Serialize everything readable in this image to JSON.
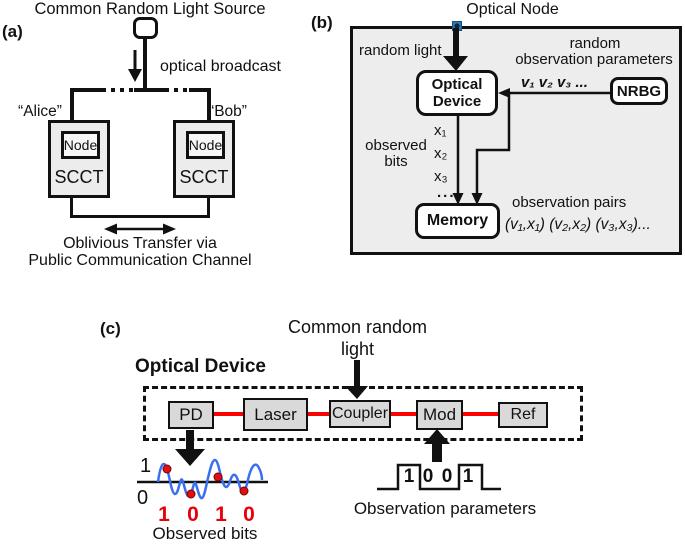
{
  "panel_a": {
    "label": "(a)",
    "title": "Common Random Light Source",
    "broadcast_label": "optical broadcast",
    "alice_label": "“Alice”",
    "bob_label": "“Bob”",
    "node_label": "Node",
    "scct_label": "SCCT",
    "bottom_caption_line1": "Oblivious Transfer via",
    "bottom_caption_line2": "Public Communication Channel"
  },
  "panel_b": {
    "label": "(b)",
    "title": "Optical Node",
    "random_light_label": "random light",
    "obs_params_line1": "random",
    "obs_params_line2": "observation parameters",
    "optical_device_line1": "Optical",
    "optical_device_line2": "Device",
    "nrbg_label": "NRBG",
    "v_sequence": "v₁ v₂ v₃ ...",
    "x_labels": [
      "x₁",
      "x₂",
      "x₃",
      "..."
    ],
    "observed_bits_line1": "observed",
    "observed_bits_line2": "bits",
    "memory_label": "Memory",
    "observation_pairs_label": "observation pairs",
    "observation_pairs_values": "(v₁,x₁) (v₂,x₂) (v₃,x₃)..."
  },
  "panel_c": {
    "label": "(c)",
    "common_light_line1": "Common random",
    "common_light_line2": "light",
    "optical_device_title": "Optical Device",
    "components": [
      "PD",
      "Laser",
      "Coupler",
      "Mod",
      "Ref"
    ],
    "wave_axis_high": "1",
    "wave_axis_low": "0",
    "observed_bits": [
      "1",
      "0",
      "1",
      "0"
    ],
    "observed_bits_caption": "Observed bits",
    "pulse_bits": [
      "1",
      "0",
      "0",
      "1"
    ],
    "observation_params_caption": "Observation parameters"
  },
  "colors": {
    "fiber_red": "#ff0000",
    "wave_blue": "#3a6ff0",
    "sample_dot_red": "#e01010",
    "bit_red": "#e8000d",
    "panel_b_bg": "#ededed",
    "component_gray": "#d9d9d9",
    "anchor_marker_blue": "#2e75b6",
    "ink": "#111111"
  }
}
